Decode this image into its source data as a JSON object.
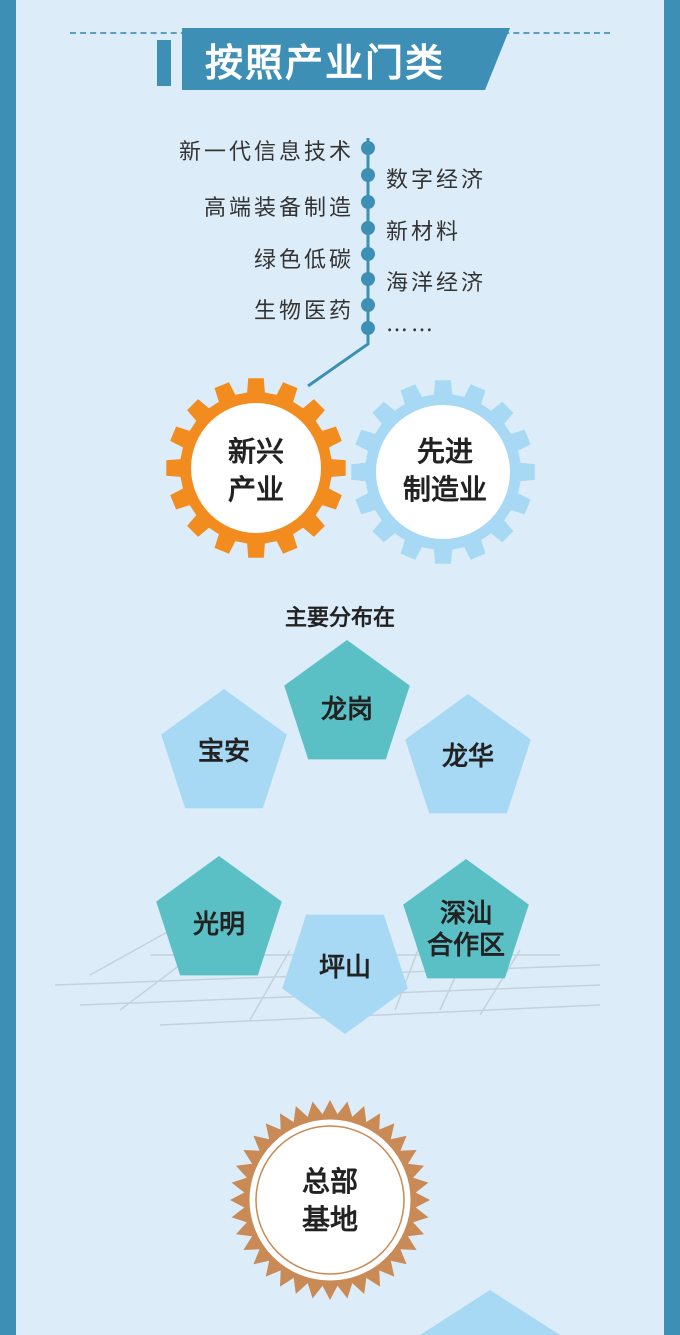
{
  "header": {
    "title": "按照产业门类"
  },
  "industry_list": {
    "left": [
      "新一代信息技术",
      "高端装备制造",
      "绿色低碳",
      "生物医药"
    ],
    "right": [
      "数字经济",
      "新材料",
      "海洋经济",
      "……"
    ]
  },
  "gears": {
    "emerging": {
      "line1": "新兴",
      "line2": "产业"
    },
    "advanced": {
      "line1": "先进",
      "line2": "制造业"
    }
  },
  "distribution": {
    "heading": "主要分布在",
    "areas": [
      {
        "line1": "龙岗",
        "line2": ""
      },
      {
        "line1": "宝安",
        "line2": ""
      },
      {
        "line1": "龙华",
        "line2": ""
      },
      {
        "line1": "光明",
        "line2": ""
      },
      {
        "line1": "坪山",
        "line2": ""
      },
      {
        "line1": "深汕",
        "line2": "合作区"
      }
    ]
  },
  "hq": {
    "line1": "总部",
    "line2": "基地"
  },
  "colors": {
    "side": "#3d8fb6",
    "background": "#dcedf9",
    "orange": "#f28c1f",
    "light_blue": "#a7d8f4",
    "teal": "#5bc0c6",
    "bronze": "#c98a55"
  }
}
